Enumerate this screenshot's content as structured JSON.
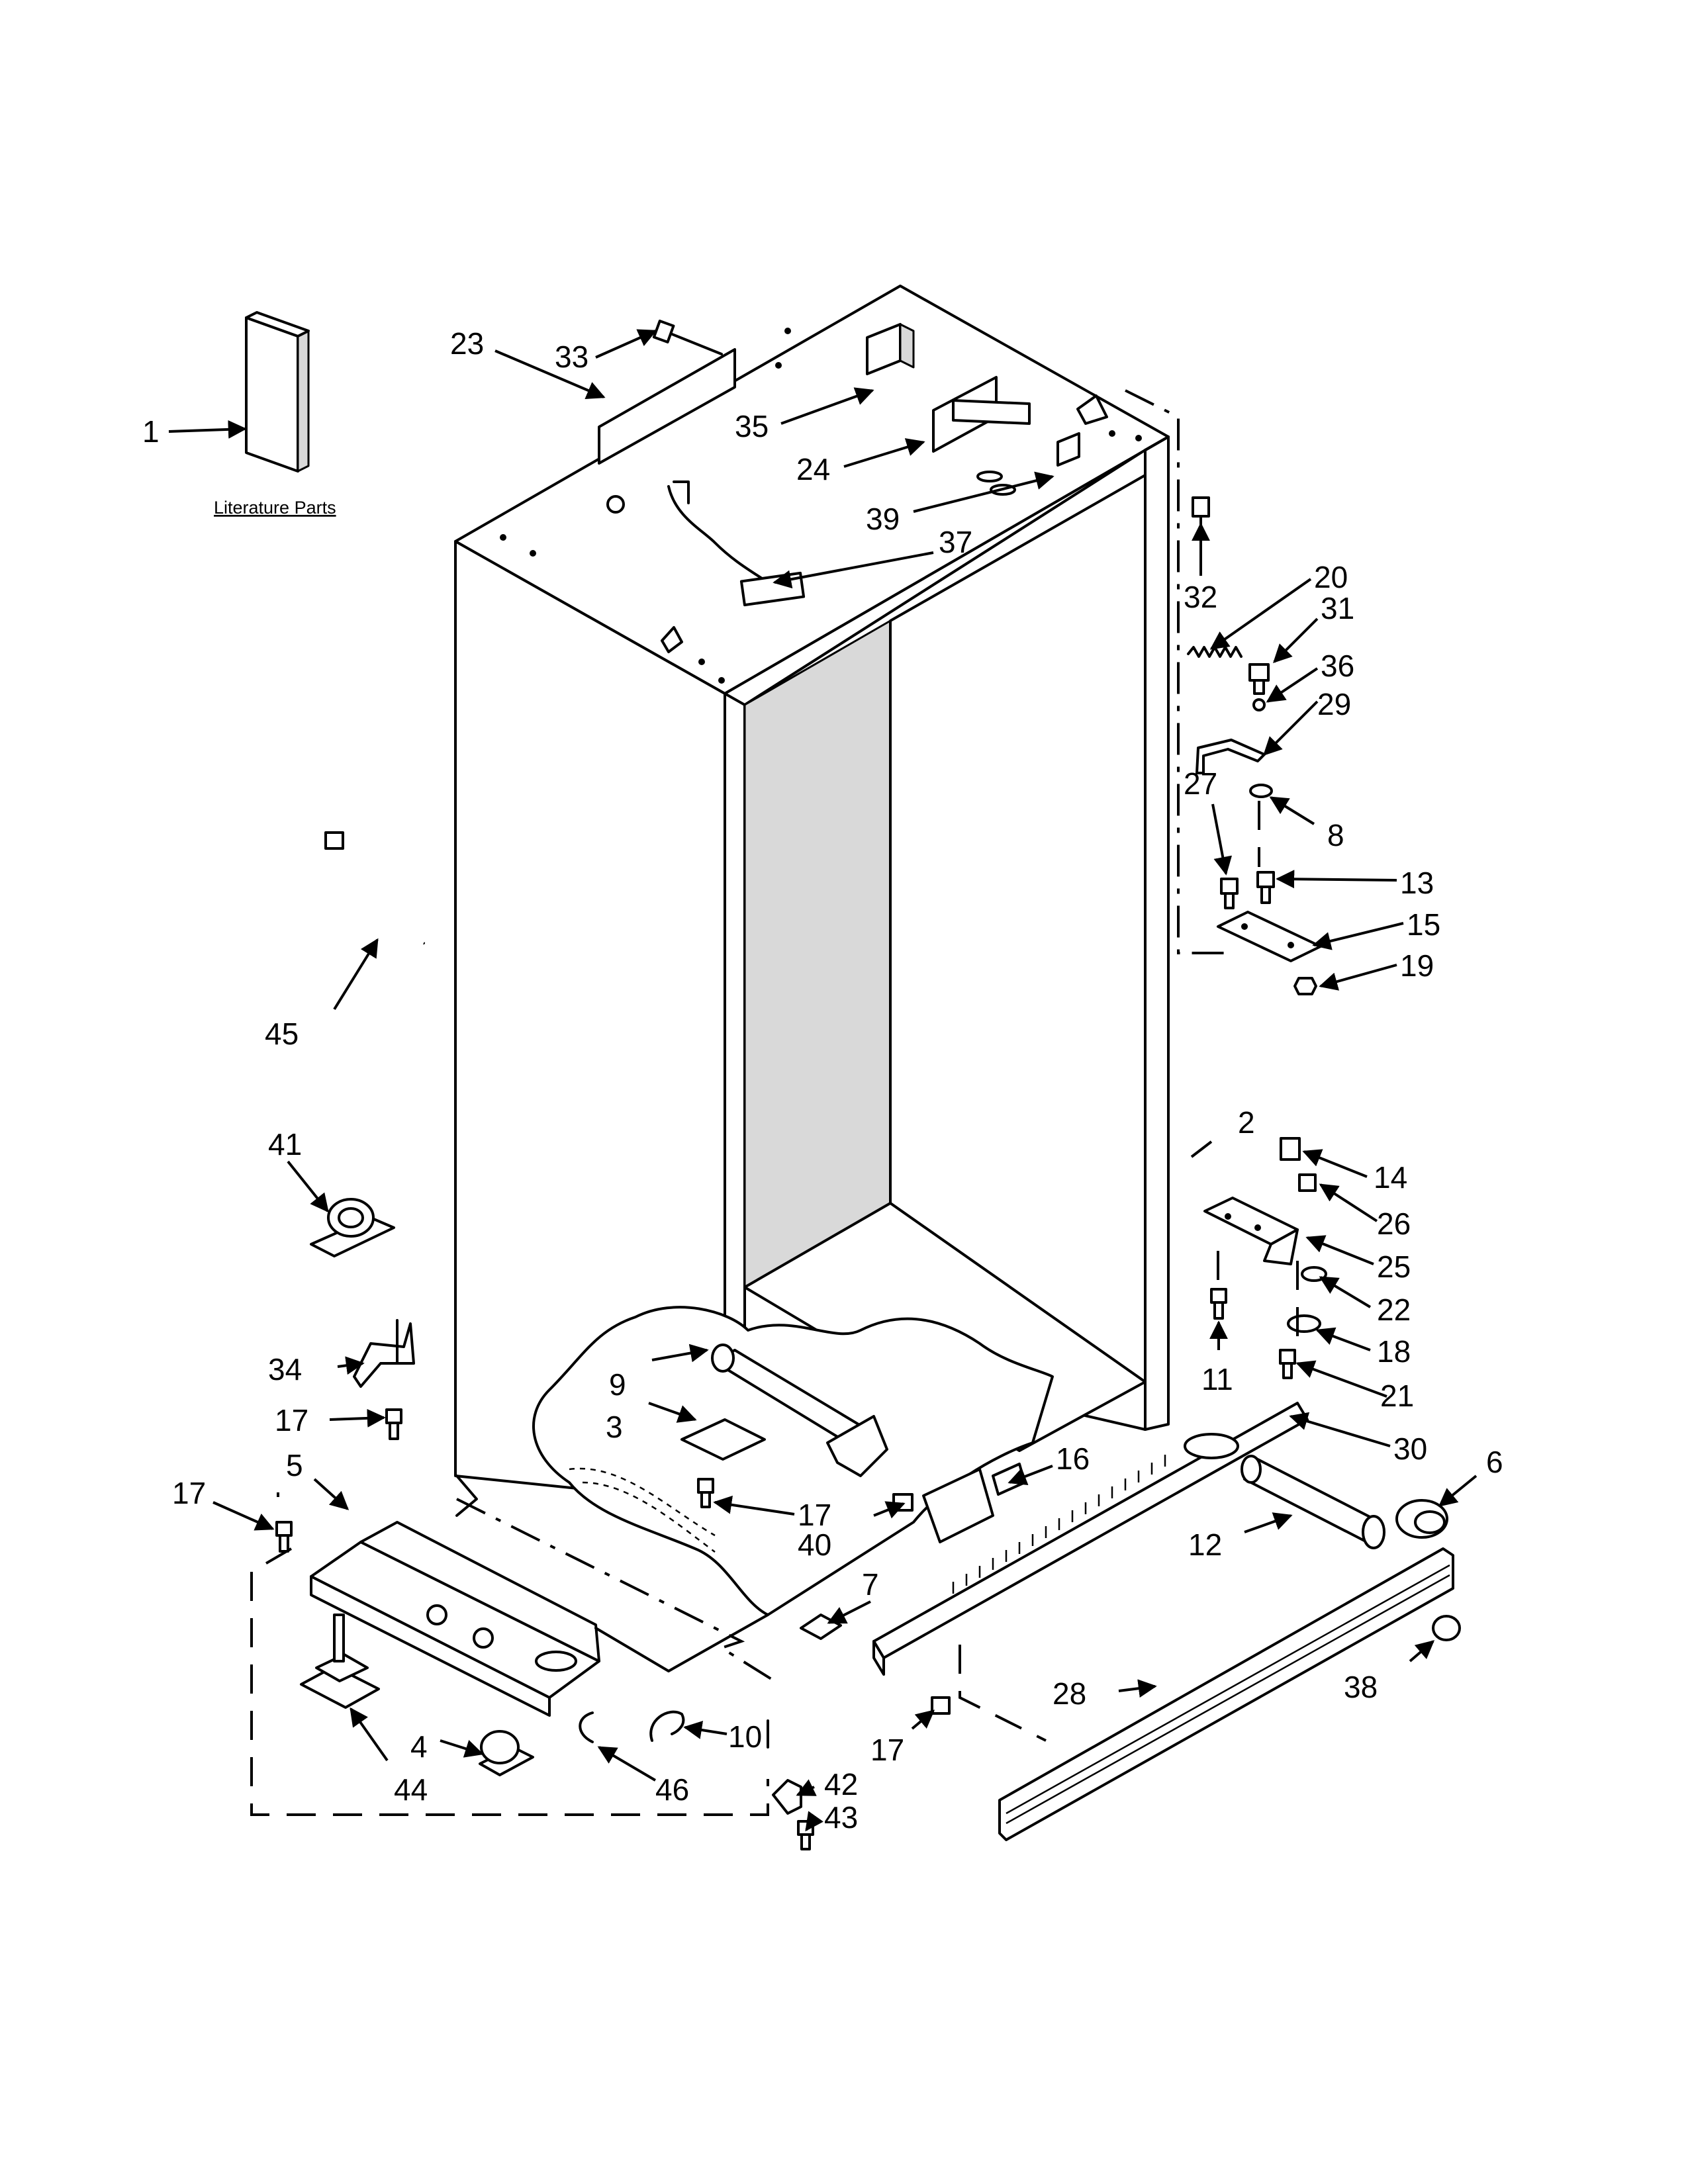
{
  "literature_caption": "Literature Parts",
  "callouts": [
    {
      "id": "p1",
      "text": "1"
    },
    {
      "id": "p2",
      "text": "2"
    },
    {
      "id": "p3",
      "text": "3"
    },
    {
      "id": "p4",
      "text": "4"
    },
    {
      "id": "p5",
      "text": "5"
    },
    {
      "id": "p6",
      "text": "6"
    },
    {
      "id": "p7",
      "text": "7"
    },
    {
      "id": "p8",
      "text": "8"
    },
    {
      "id": "p9",
      "text": "9"
    },
    {
      "id": "p10",
      "text": "10"
    },
    {
      "id": "p11",
      "text": "11"
    },
    {
      "id": "p12",
      "text": "12"
    },
    {
      "id": "p13",
      "text": "13"
    },
    {
      "id": "p14",
      "text": "14"
    },
    {
      "id": "p15",
      "text": "15"
    },
    {
      "id": "p16",
      "text": "16"
    },
    {
      "id": "p17a",
      "text": "17"
    },
    {
      "id": "p17b",
      "text": "17"
    },
    {
      "id": "p17c",
      "text": "17"
    },
    {
      "id": "p17d",
      "text": "17"
    },
    {
      "id": "p18",
      "text": "18"
    },
    {
      "id": "p19",
      "text": "19"
    },
    {
      "id": "p20",
      "text": "20"
    },
    {
      "id": "p21",
      "text": "21"
    },
    {
      "id": "p22",
      "text": "22"
    },
    {
      "id": "p23",
      "text": "23"
    },
    {
      "id": "p24",
      "text": "24"
    },
    {
      "id": "p25",
      "text": "25"
    },
    {
      "id": "p26",
      "text": "26"
    },
    {
      "id": "p27",
      "text": "27"
    },
    {
      "id": "p28",
      "text": "28"
    },
    {
      "id": "p29",
      "text": "29"
    },
    {
      "id": "p30",
      "text": "30"
    },
    {
      "id": "p31",
      "text": "31"
    },
    {
      "id": "p32",
      "text": "32"
    },
    {
      "id": "p33",
      "text": "33"
    },
    {
      "id": "p34",
      "text": "34"
    },
    {
      "id": "p35",
      "text": "35"
    },
    {
      "id": "p36",
      "text": "36"
    },
    {
      "id": "p37",
      "text": "37"
    },
    {
      "id": "p38",
      "text": "38"
    },
    {
      "id": "p39",
      "text": "39"
    },
    {
      "id": "p40",
      "text": "40"
    },
    {
      "id": "p41",
      "text": "41"
    },
    {
      "id": "p42",
      "text": "42"
    },
    {
      "id": "p43",
      "text": "43"
    },
    {
      "id": "p44",
      "text": "44"
    },
    {
      "id": "p45",
      "text": "45"
    },
    {
      "id": "p46",
      "text": "46"
    }
  ]
}
